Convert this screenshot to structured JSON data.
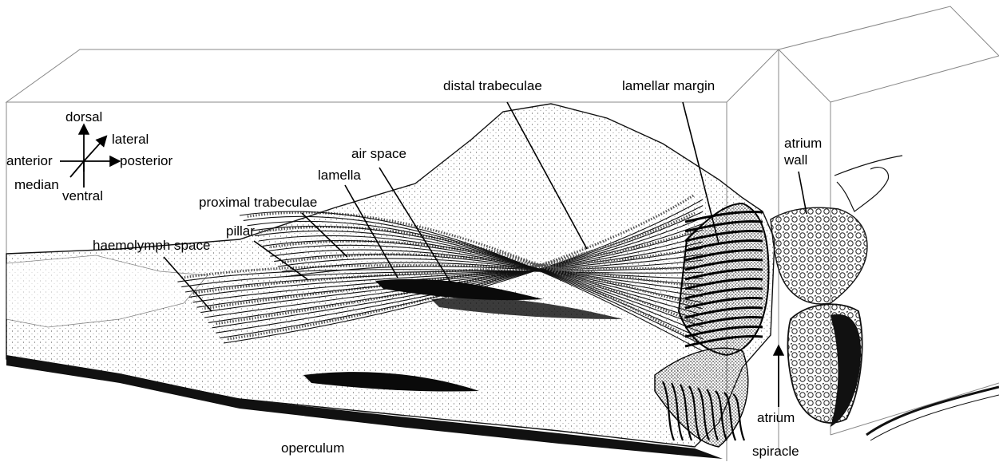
{
  "labels": {
    "distal_trabeculae": "distal trabeculae",
    "lamellar_margin": "lamellar margin",
    "air_space": "air space",
    "lamella": "lamella",
    "atrium_wall_1": "atrium",
    "atrium_wall_2": "wall",
    "proximal_trabeculae": "proximal trabeculae",
    "pillar": "pillar",
    "haemolymph_space": "haemolymph space",
    "operculum": "operculum",
    "atrium": "atrium",
    "spiracle": "spiracle"
  },
  "orientation": {
    "dorsal": "dorsal",
    "lateral": "lateral",
    "anterior": "anterior",
    "posterior": "posterior",
    "median": "median",
    "ventral": "ventral"
  }
}
